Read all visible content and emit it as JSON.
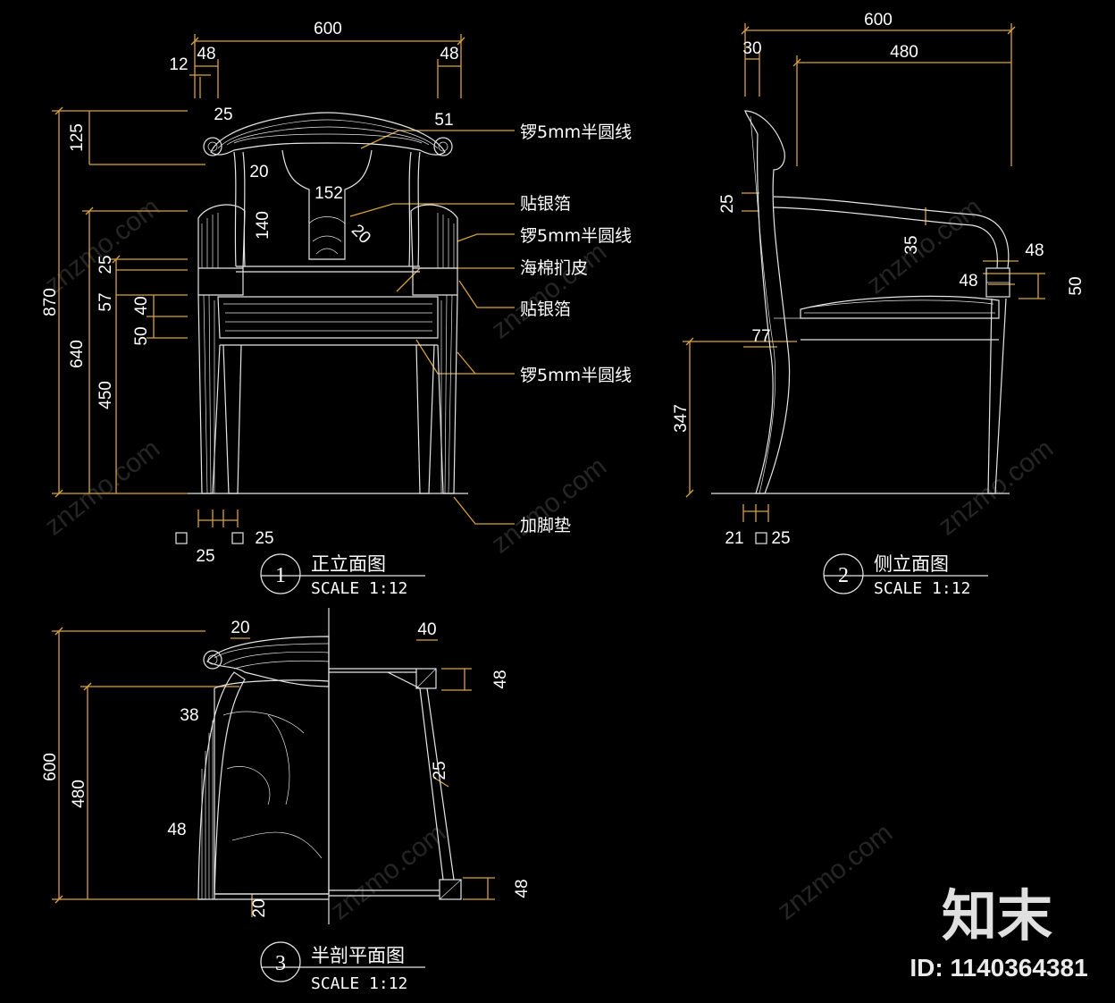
{
  "front": {
    "dims": [
      "600",
      "48",
      "12",
      "48",
      "25",
      "51",
      "125",
      "20",
      "152",
      "140",
      "20",
      "870",
      "640",
      "450",
      "25",
      "57",
      "40",
      "50",
      "25",
      "25"
    ],
    "notes": [
      "锣5mm半圆线",
      "贴银箔",
      "锣5mm半圆线",
      "海棉扪皮",
      "贴银箔",
      "锣5mm半圆线",
      "加脚垫"
    ],
    "title_num": "1",
    "title": "正立面图",
    "scale": "SCALE 1:12"
  },
  "side": {
    "dims": [
      "600",
      "30",
      "480",
      "25",
      "35",
      "48",
      "48",
      "50",
      "77",
      "347",
      "21",
      "25"
    ],
    "title_num": "2",
    "title": "侧立面图",
    "scale": "SCALE 1:12"
  },
  "plan": {
    "dims": [
      "20",
      "40",
      "48",
      "38",
      "600",
      "480",
      "25",
      "48",
      "48",
      "20"
    ],
    "title_num": "3",
    "title": "半剖平面图",
    "scale": "SCALE 1:12"
  },
  "watermark": "znzmo.com",
  "logo": "知末",
  "id_label": "ID: 1140364381",
  "colors": {
    "background": "#000000",
    "dimension": "#d9a23b",
    "line": "#e6e6e6"
  }
}
